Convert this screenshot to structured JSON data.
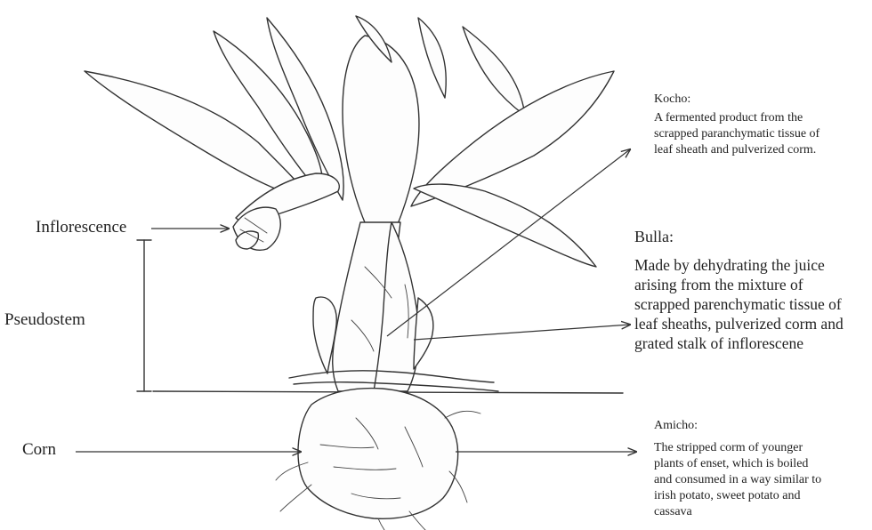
{
  "labels": {
    "inflorescence": "Inflorescence",
    "pseudostem": "Pseudostem",
    "corn": "Corn"
  },
  "annotations": {
    "kocho": {
      "title": "Kocho:",
      "description": "A fermented product from the\nscrapped paranchymatic tissue of\nleaf sheath and pulverized corm."
    },
    "bulla": {
      "title": "Bulla:",
      "description": "Made by dehydrating the juice\narising from the mixture of\nscrapped parenchymatic tissue of\nleaf sheaths, pulverized corm and\ngrated stalk of inflorescene"
    },
    "amicho": {
      "title": "Amicho:",
      "description": "The stripped corm of younger\nplants of enset, which is boiled\nand consumed in a way similar to\nirish potato, sweet potato and\ncassava"
    }
  },
  "colors": {
    "ink": "#333333",
    "background": "#ffffff"
  }
}
